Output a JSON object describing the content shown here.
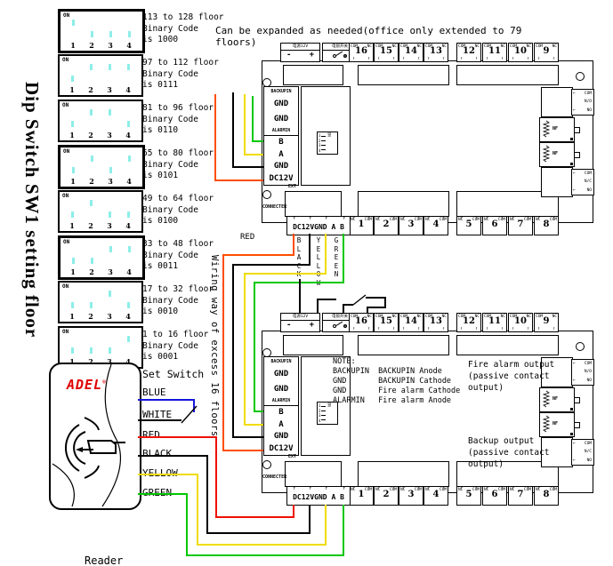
{
  "page": {
    "title_vertical": "Dip Switch SW1 setting floor",
    "wiring_note": "Wiring way of excess 16 floors",
    "expand_note": "Can be expanded as needed(office only extended to 79 floors)",
    "red_label": "RED"
  },
  "dip_common": {
    "on": "ON",
    "numbers": [
      "1",
      "2",
      "3",
      "4"
    ]
  },
  "dip_switches": [
    {
      "lines": [
        "113 to 128 floor",
        "Binary Code",
        "is 1000"
      ],
      "code": "1000"
    },
    {
      "lines": [
        "97 to 112 floor",
        "Binary Code",
        "is 0111"
      ],
      "code": "0111"
    },
    {
      "lines": [
        "81 to 96 floor",
        "Binary Code",
        "is 0110"
      ],
      "code": "0110"
    },
    {
      "lines": [
        "65 to 80 floor",
        "Binary Code",
        "is 0101"
      ],
      "code": "0101"
    },
    {
      "lines": [
        "49 to 64 floor",
        "Binary Code",
        "is 0100"
      ],
      "code": "0100"
    },
    {
      "lines": [
        "33 to 48 floor",
        "Binary Code",
        "is 0011"
      ],
      "code": "0011"
    },
    {
      "lines": [
        "17 to 32 floor",
        "Binary Code",
        "is 0010"
      ],
      "code": "0010"
    },
    {
      "lines": [
        "1 to 16 floor",
        "Binary Code",
        "is 0001"
      ],
      "code": "0001"
    }
  ],
  "reader": {
    "caption": "Reader",
    "brand": "ADEL",
    "reg": "®",
    "set_switch_label": "Set Switch",
    "wire_labels": [
      "BLUE",
      "WHITE",
      "RED",
      "BLACK",
      "YELLOW",
      "GREEN"
    ]
  },
  "rs485_vertical_labels": [
    "BLACK",
    "YELLOW",
    "GREEN"
  ],
  "board": {
    "power_label": "电源12V",
    "power_pins": "- +",
    "lock_label": "电锁开关",
    "top_ports": [
      "16",
      "15",
      "14",
      "13",
      "12",
      "11",
      "10",
      "9"
    ],
    "bottom_ports": [
      "1",
      "2",
      "3",
      "4",
      "5",
      "6",
      "7",
      "8"
    ],
    "com": "COM",
    "nc": "NC",
    "pins_upper": [
      "BACKUPIN",
      "GND",
      "GND",
      "ALARMIN"
    ],
    "pins_lower": [
      "B",
      "A",
      "GND",
      "DC12V"
    ],
    "ext_label": "EXT",
    "connecter_label": "CONNECTER",
    "bus_label": "DC12VGND A B",
    "relay_top": [
      "COM",
      "N/O",
      "NO"
    ],
    "relay_bottom": [
      "COM",
      "N/C",
      "NO"
    ],
    "coil_label": "NF",
    "dip_on": "ON",
    "dip_nums": "1234",
    "pin_arrow": "↑",
    "relay_arrow": "←"
  },
  "board2": {
    "note_lines": [
      "NOTE:",
      "BACKUPIN  BACKUPIN Anode",
      "GND       BACKUPIN Cathode",
      "GND       Fire alarm Cathode",
      "ALARMIN   Fire alarm Anode"
    ],
    "fire_output": "Fire alarm output (passive contact output)",
    "backup_output": "Backup output (passive contact output)"
  },
  "wire_colors": {
    "red": "#ee1000",
    "orange": "#ff4d00",
    "black": "#000000",
    "yellow": "#f0dc00",
    "green": "#00c800",
    "blue": "#1616dc",
    "cyan": "#8deee8",
    "adel_red": "#e00000"
  }
}
